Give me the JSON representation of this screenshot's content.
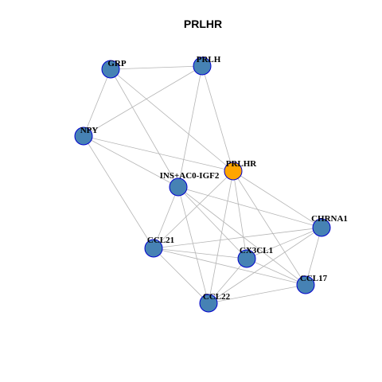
{
  "title": "PRLHR",
  "colors": {
    "node_default": "#4682B4",
    "node_highlight": "#FFA500",
    "node_border": "#0000CD",
    "edge": "#B4B4B4"
  },
  "nodes": [
    {
      "id": "GRP",
      "label": "GRP",
      "highlight": false
    },
    {
      "id": "PRLH",
      "label": "PRLH",
      "highlight": false
    },
    {
      "id": "NPY",
      "label": "NPY",
      "highlight": false
    },
    {
      "id": "PRLHR",
      "label": "PRLHR",
      "highlight": true
    },
    {
      "id": "INS",
      "label": "INS+AC0-IGF2",
      "highlight": false
    },
    {
      "id": "CHRNA1",
      "label": "CHRNA1",
      "highlight": false
    },
    {
      "id": "CCL21",
      "label": "CCL21",
      "highlight": false
    },
    {
      "id": "CX3CL1",
      "label": "CX3CL1",
      "highlight": false
    },
    {
      "id": "CCL17",
      "label": "CCL17",
      "highlight": false
    },
    {
      "id": "CCL22",
      "label": "CCL22",
      "highlight": false
    }
  ],
  "edges": [
    [
      "GRP",
      "PRLH"
    ],
    [
      "GRP",
      "NPY"
    ],
    [
      "GRP",
      "INS"
    ],
    [
      "GRP",
      "PRLHR"
    ],
    [
      "PRLH",
      "NPY"
    ],
    [
      "PRLH",
      "PRLHR"
    ],
    [
      "PRLH",
      "INS"
    ],
    [
      "NPY",
      "PRLHR"
    ],
    [
      "NPY",
      "INS"
    ],
    [
      "NPY",
      "CCL21"
    ],
    [
      "PRLHR",
      "CCL21"
    ],
    [
      "PRLHR",
      "CX3CL1"
    ],
    [
      "PRLHR",
      "CCL17"
    ],
    [
      "PRLHR",
      "CCL22"
    ],
    [
      "PRLHR",
      "CHRNA1"
    ],
    [
      "INS",
      "CCL21"
    ],
    [
      "INS",
      "CX3CL1"
    ],
    [
      "INS",
      "CCL17"
    ],
    [
      "INS",
      "CCL22"
    ],
    [
      "INS",
      "CHRNA1"
    ],
    [
      "CCL21",
      "CHRNA1"
    ],
    [
      "CCL21",
      "CX3CL1"
    ],
    [
      "CCL21",
      "CCL17"
    ],
    [
      "CCL21",
      "CCL22"
    ],
    [
      "CHRNA1",
      "CX3CL1"
    ],
    [
      "CHRNA1",
      "CCL17"
    ],
    [
      "CHRNA1",
      "CCL22"
    ],
    [
      "CX3CL1",
      "CCL17"
    ],
    [
      "CX3CL1",
      "CCL22"
    ],
    [
      "CCL17",
      "CCL22"
    ]
  ]
}
